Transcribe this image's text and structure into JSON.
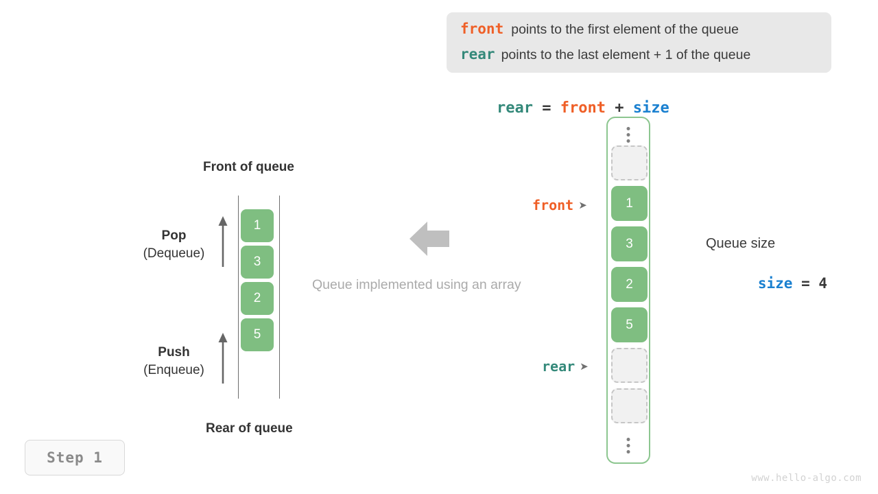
{
  "legend": {
    "lines": [
      {
        "keyword": "front",
        "keyword_color": "#ef5f27",
        "text": "points to the first element of the queue"
      },
      {
        "keyword": "rear",
        "keyword_color": "#34897a",
        "text": "points to the last element + 1 of the queue"
      }
    ],
    "background": "#e8e8e8"
  },
  "formula": {
    "lhs": "rear",
    "eq": "=",
    "rhs1": "front",
    "plus": "+",
    "rhs2": "size"
  },
  "queue_diagram": {
    "top_label": "Front of queue",
    "bottom_label": "Rear of queue",
    "pop": {
      "title": "Pop",
      "subtitle": "(Dequeue)",
      "arrow_icon": "up-arrow-icon"
    },
    "push": {
      "title": "Push",
      "subtitle": "(Enqueue)",
      "arrow_icon": "up-arrow-icon"
    },
    "cells": [
      "1",
      "3",
      "2",
      "5"
    ],
    "cell_color": "#7fbe81"
  },
  "transform": {
    "arrow_icon": "left-arrow-icon",
    "arrow_color": "#bfbfbf",
    "caption": "Queue implemented using an array"
  },
  "array_column": {
    "border_color": "#8cc68f",
    "top_ellipsis": "vertical-ellipsis-icon",
    "bottom_ellipsis": "vertical-ellipsis-icon",
    "cells": [
      {
        "value": "",
        "state": "empty"
      },
      {
        "value": "1",
        "state": "filled"
      },
      {
        "value": "3",
        "state": "filled"
      },
      {
        "value": "2",
        "state": "filled"
      },
      {
        "value": "5",
        "state": "filled"
      },
      {
        "value": "",
        "state": "empty"
      },
      {
        "value": "",
        "state": "empty"
      }
    ]
  },
  "pointers": {
    "front": {
      "label": "front",
      "color": "#ef5f27",
      "arrowhead": "➤"
    },
    "rear": {
      "label": "rear",
      "color": "#34897a",
      "arrowhead": "➤"
    }
  },
  "size_annotation": {
    "title": "Queue size",
    "name": "size",
    "eq": "=",
    "value": "4",
    "name_color": "#1a80d0"
  },
  "step_badge": {
    "label": "Step 1"
  },
  "watermark": {
    "text": "www.hello-algo.com"
  }
}
